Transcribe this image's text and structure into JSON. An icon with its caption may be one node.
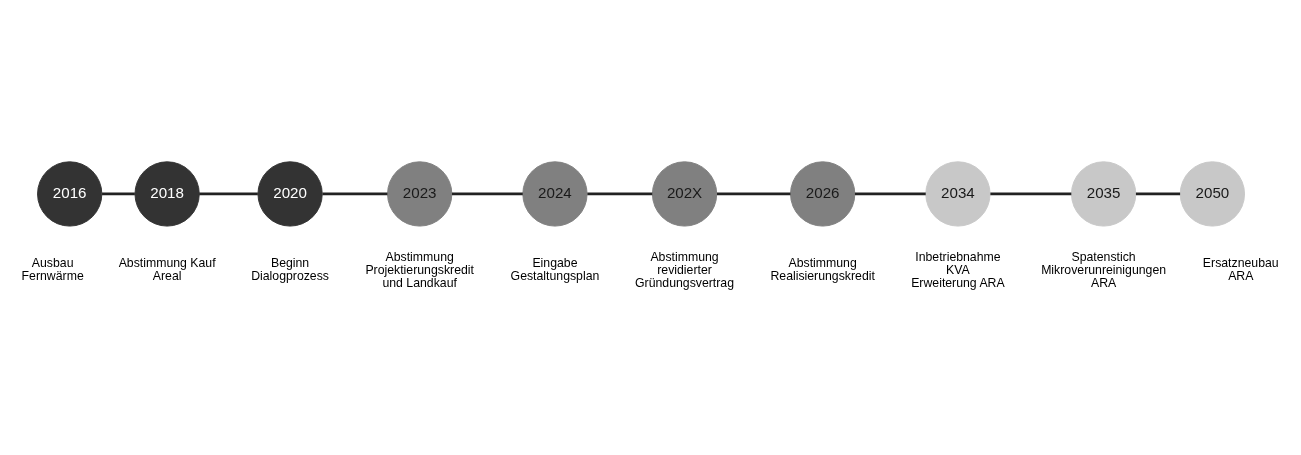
{
  "diagram": {
    "nodes": [
      {
        "text": [
          "2016"
        ],
        "beside": [
          "Ausbau Fernwärme"
        ]
      },
      {
        "text": [
          "2018"
        ],
        "beside": [
          "Abstimmung Kauf Areal"
        ]
      },
      {
        "text": [
          "2020"
        ],
        "beside": [
          "Beginn Dialogprozess"
        ]
      },
      {
        "text": [
          "2023"
        ],
        "beside": [
          "Abstimmung Projektierungskredit und Landkauf"
        ]
      },
      {
        "text": [
          "2024"
        ],
        "beside": [
          "Eingabe Gestaltungsplan"
        ]
      },
      {
        "text": [
          "202X"
        ],
        "beside": [
          "Abstimmung revidierter Gründungsvertrag"
        ]
      },
      {
        "text": [
          "2026"
        ],
        "beside": [
          "Abstimmung Realisierungskredit"
        ]
      },
      {
        "text": [
          "2034"
        ],
        "beside": [
          "Inbetriebnahme KVA",
          "Erweiterung ARA"
        ]
      },
      {
        "text": [
          "2035"
        ],
        "beside": [
          "Spatenstich Mikroverunreinigungen ARA"
        ]
      },
      {
        "text": [
          "2050"
        ],
        "beside": [
          "Ersatzneubau ARA"
        ]
      }
    ],
    "edges": [
      {
        "from": 0,
        "to": 1,
        "arrow": "none"
      },
      {
        "from": 1,
        "to": 2,
        "arrow": "none"
      },
      {
        "from": 2,
        "to": 3,
        "arrow": "none"
      },
      {
        "from": 3,
        "to": 4,
        "arrow": "none"
      },
      {
        "from": 4,
        "to": 5,
        "arrow": "none"
      },
      {
        "from": 5,
        "to": 6,
        "arrow": "none"
      },
      {
        "from": 6,
        "to": 7,
        "arrow": "none"
      },
      {
        "from": 7,
        "to": 8,
        "arrow": "none"
      },
      {
        "from": 8,
        "to": 9,
        "arrow": "none"
      }
    ]
  }
}
